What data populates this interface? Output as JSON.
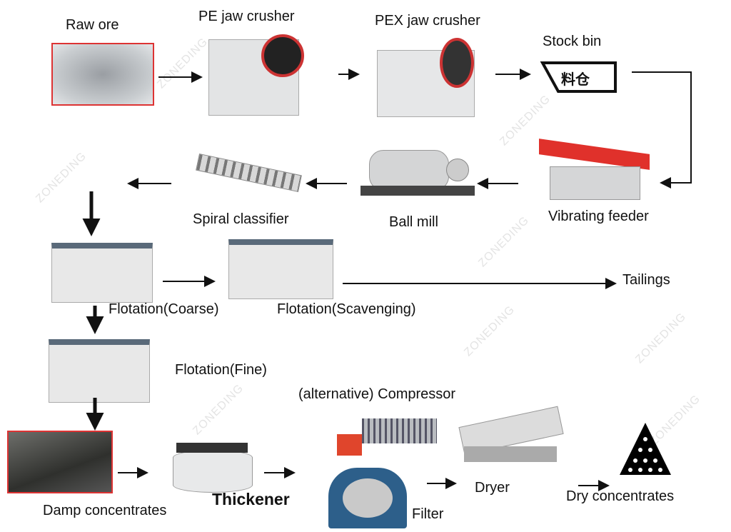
{
  "watermark": "ZONEDING",
  "stock_bin_glyph": "料仓",
  "colors": {
    "frame": "#d33333",
    "feeder": "#e0312b",
    "machine": "#d9dadb",
    "arrow": "#111111"
  },
  "steps": {
    "raw_ore": "Raw ore",
    "pe_jaw_crusher": "PE jaw crusher",
    "pex_jaw_crusher": "PEX jaw crusher",
    "stock_bin": "Stock bin",
    "vibrating_feeder": "Vibrating feeder",
    "ball_mill": "Ball mill",
    "spiral_classifier": "Spiral classifier",
    "flotation_coarse": "Flotation(Coarse)",
    "flotation_scavenging": "Flotation(Scavenging)",
    "tailings": "Tailings",
    "flotation_fine": "Flotation(Fine)",
    "damp_concentrates": "Damp concentrates",
    "thickener": "Thickener",
    "compressor": "(alternative) Compressor",
    "filter": "Filter",
    "dryer": "Dryer",
    "dry_concentrates": "Dry concentrates"
  }
}
